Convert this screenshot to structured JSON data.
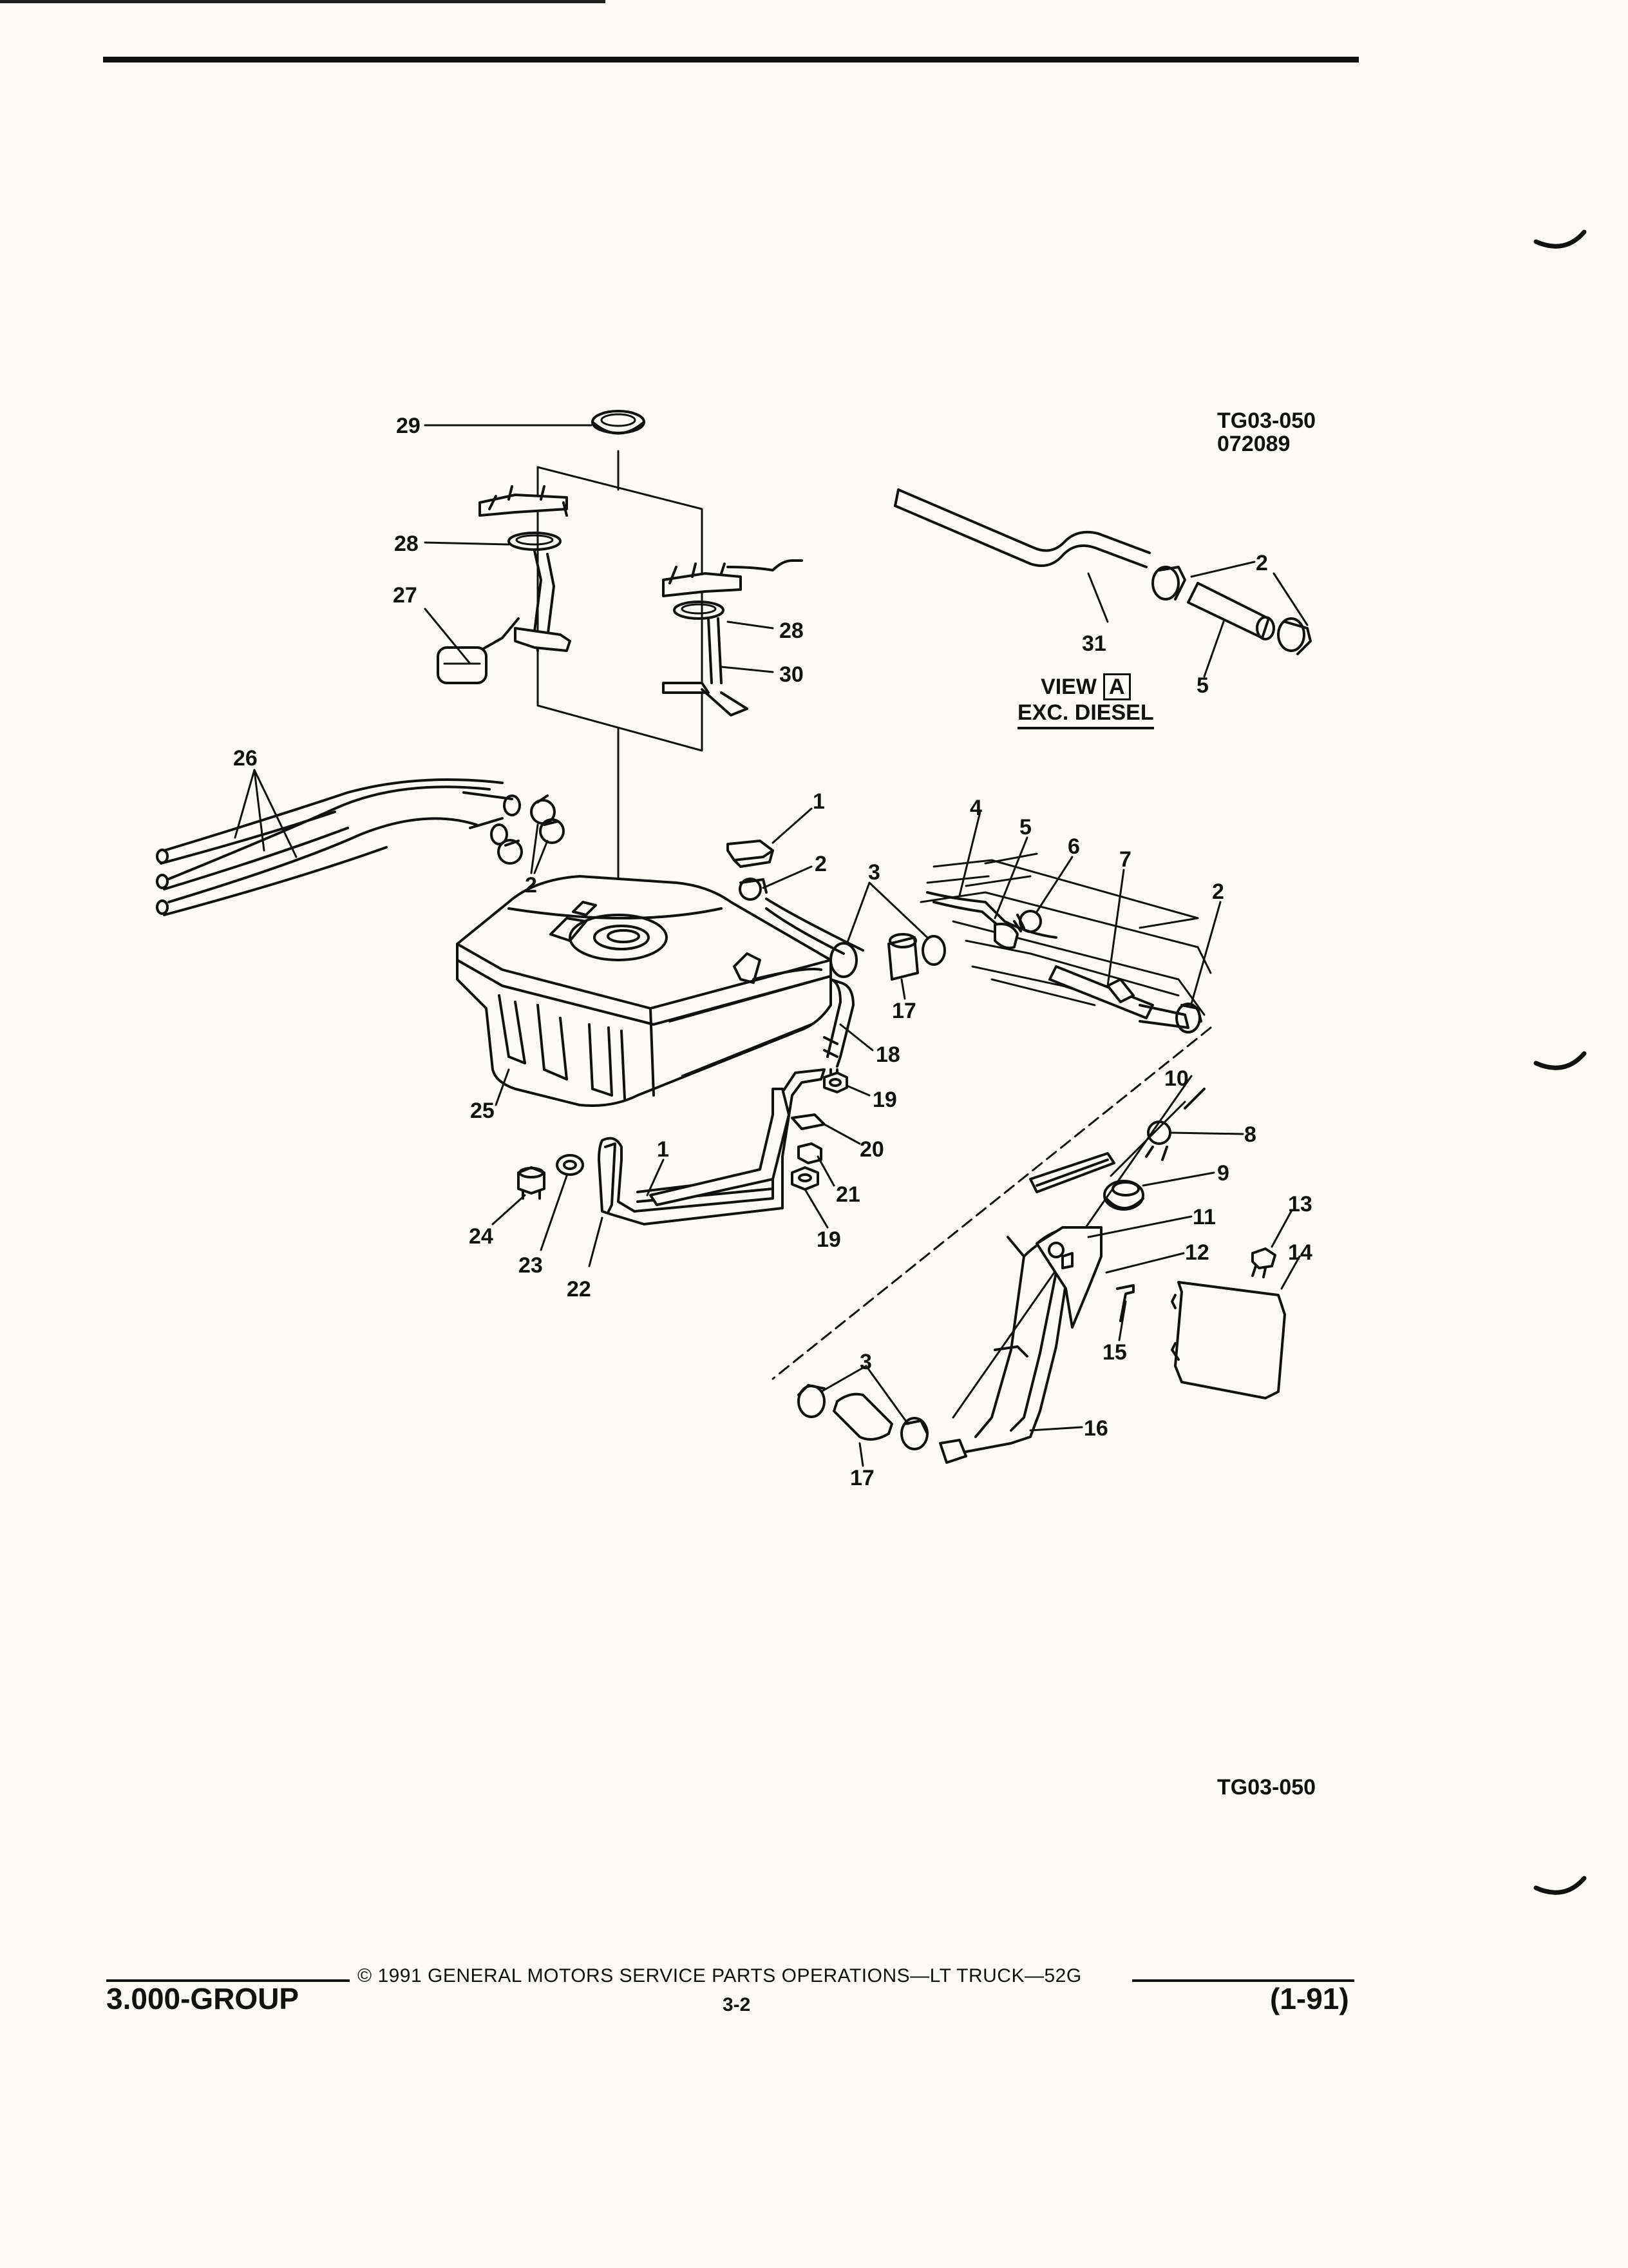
{
  "header": {
    "ref_code": "TG03-050",
    "ref_date": "072089"
  },
  "view": {
    "word": "VIEW",
    "letter": "A",
    "note": "EXC. DIESEL"
  },
  "callouts": {
    "c1": "1",
    "c1b": "1",
    "c2": "2",
    "c2b": "2",
    "c2c": "2",
    "c2d": "2",
    "c3": "3",
    "c3b": "3",
    "c4": "4",
    "c5": "5",
    "c5b": "5",
    "c6": "6",
    "c7": "7",
    "c8": "8",
    "c9": "9",
    "c10": "10",
    "c11": "11",
    "c12": "12",
    "c13": "13",
    "c14": "14",
    "c15": "15",
    "c16": "16",
    "c17": "17",
    "c17b": "17",
    "c18": "18",
    "c19": "19",
    "c19b": "19",
    "c20": "20",
    "c21": "21",
    "c22": "22",
    "c23": "23",
    "c24": "24",
    "c25": "25",
    "c26": "26",
    "c27": "27",
    "c28": "28",
    "c28b": "28",
    "c29": "29",
    "c30": "30",
    "c31": "31"
  },
  "figure_ref": "TG03-050",
  "footer": {
    "group": "3.000-GROUP",
    "copyright": "© 1991 GENERAL MOTORS SERVICE PARTS OPERATIONS—LT TRUCK—52G",
    "page": "3-2",
    "date": "(1-91)"
  }
}
